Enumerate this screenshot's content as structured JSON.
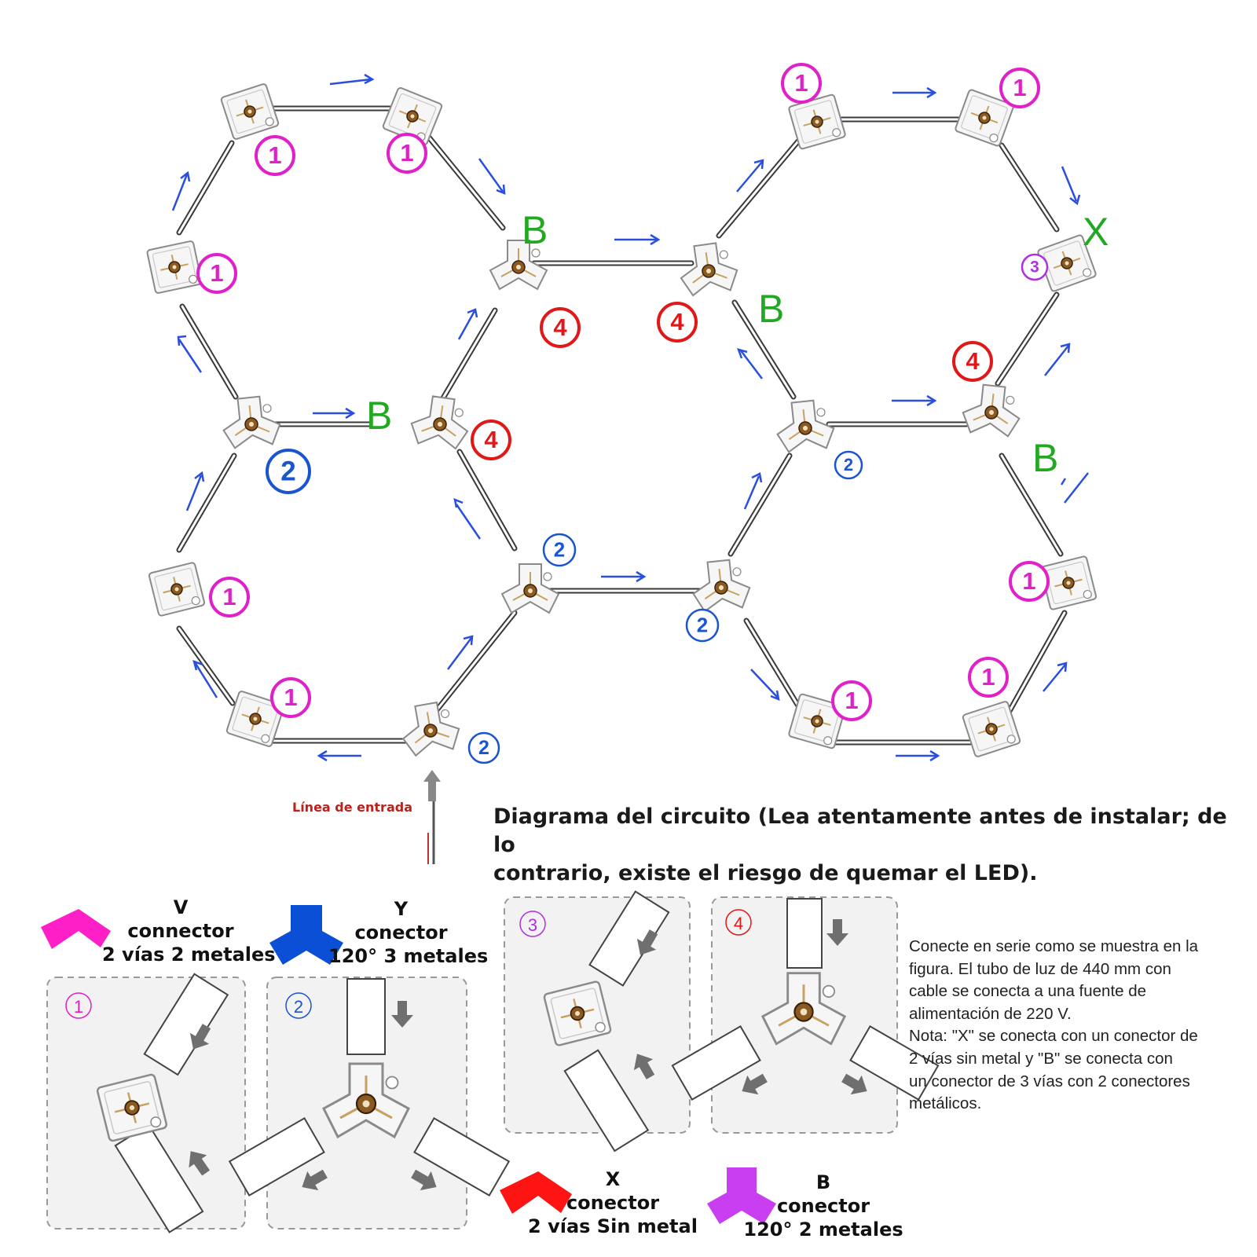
{
  "diagram": {
    "title_line1": "Diagrama del circuito (Lea atentamente antes de instalar; de lo",
    "title_line2": "contrario, existe el riesgo de quemar el LED).",
    "input_line_label": "Línea de entrada",
    "tag_b": "B",
    "tag_x": "X",
    "badges": [
      "1",
      "2",
      "3",
      "4"
    ]
  },
  "note": {
    "lines": [
      "Conecte en serie como se muestra en la",
      "figura. El tubo de luz de 440 mm con",
      "cable se conecta a una fuente de",
      "alimentación de 220 V.",
      "Nota: \"X\" se conecta con un conector de",
      "2 vías sin metal y \"B\" se conecta con",
      "un conector de 3 vías con 2 conectores",
      " metálicos."
    ]
  },
  "legend": {
    "v": {
      "line1": "V",
      "line2": "connector",
      "line3": "2 vías 2 metales",
      "color": "#ff1fc6"
    },
    "y": {
      "line1": "Y",
      "line2": "conector",
      "line3": "120° 3 metales",
      "color": "#0a4fd6"
    },
    "x": {
      "line1": "X",
      "line2": "conector",
      "line3": "2 vías Sin metal",
      "color": "#ff1414"
    },
    "b": {
      "line1": "B",
      "line2": "conector",
      "line3": "120° 2 metales",
      "color": "#c93ef0"
    }
  },
  "colors": {
    "badge_1": "#e020c8",
    "badge_2": "#1a55d0",
    "badge_3": "#b030e0",
    "badge_4": "#e01818",
    "tag": "#22a822",
    "arrow": "#2a4fe0",
    "panel_bg": "#f2f2f2"
  }
}
